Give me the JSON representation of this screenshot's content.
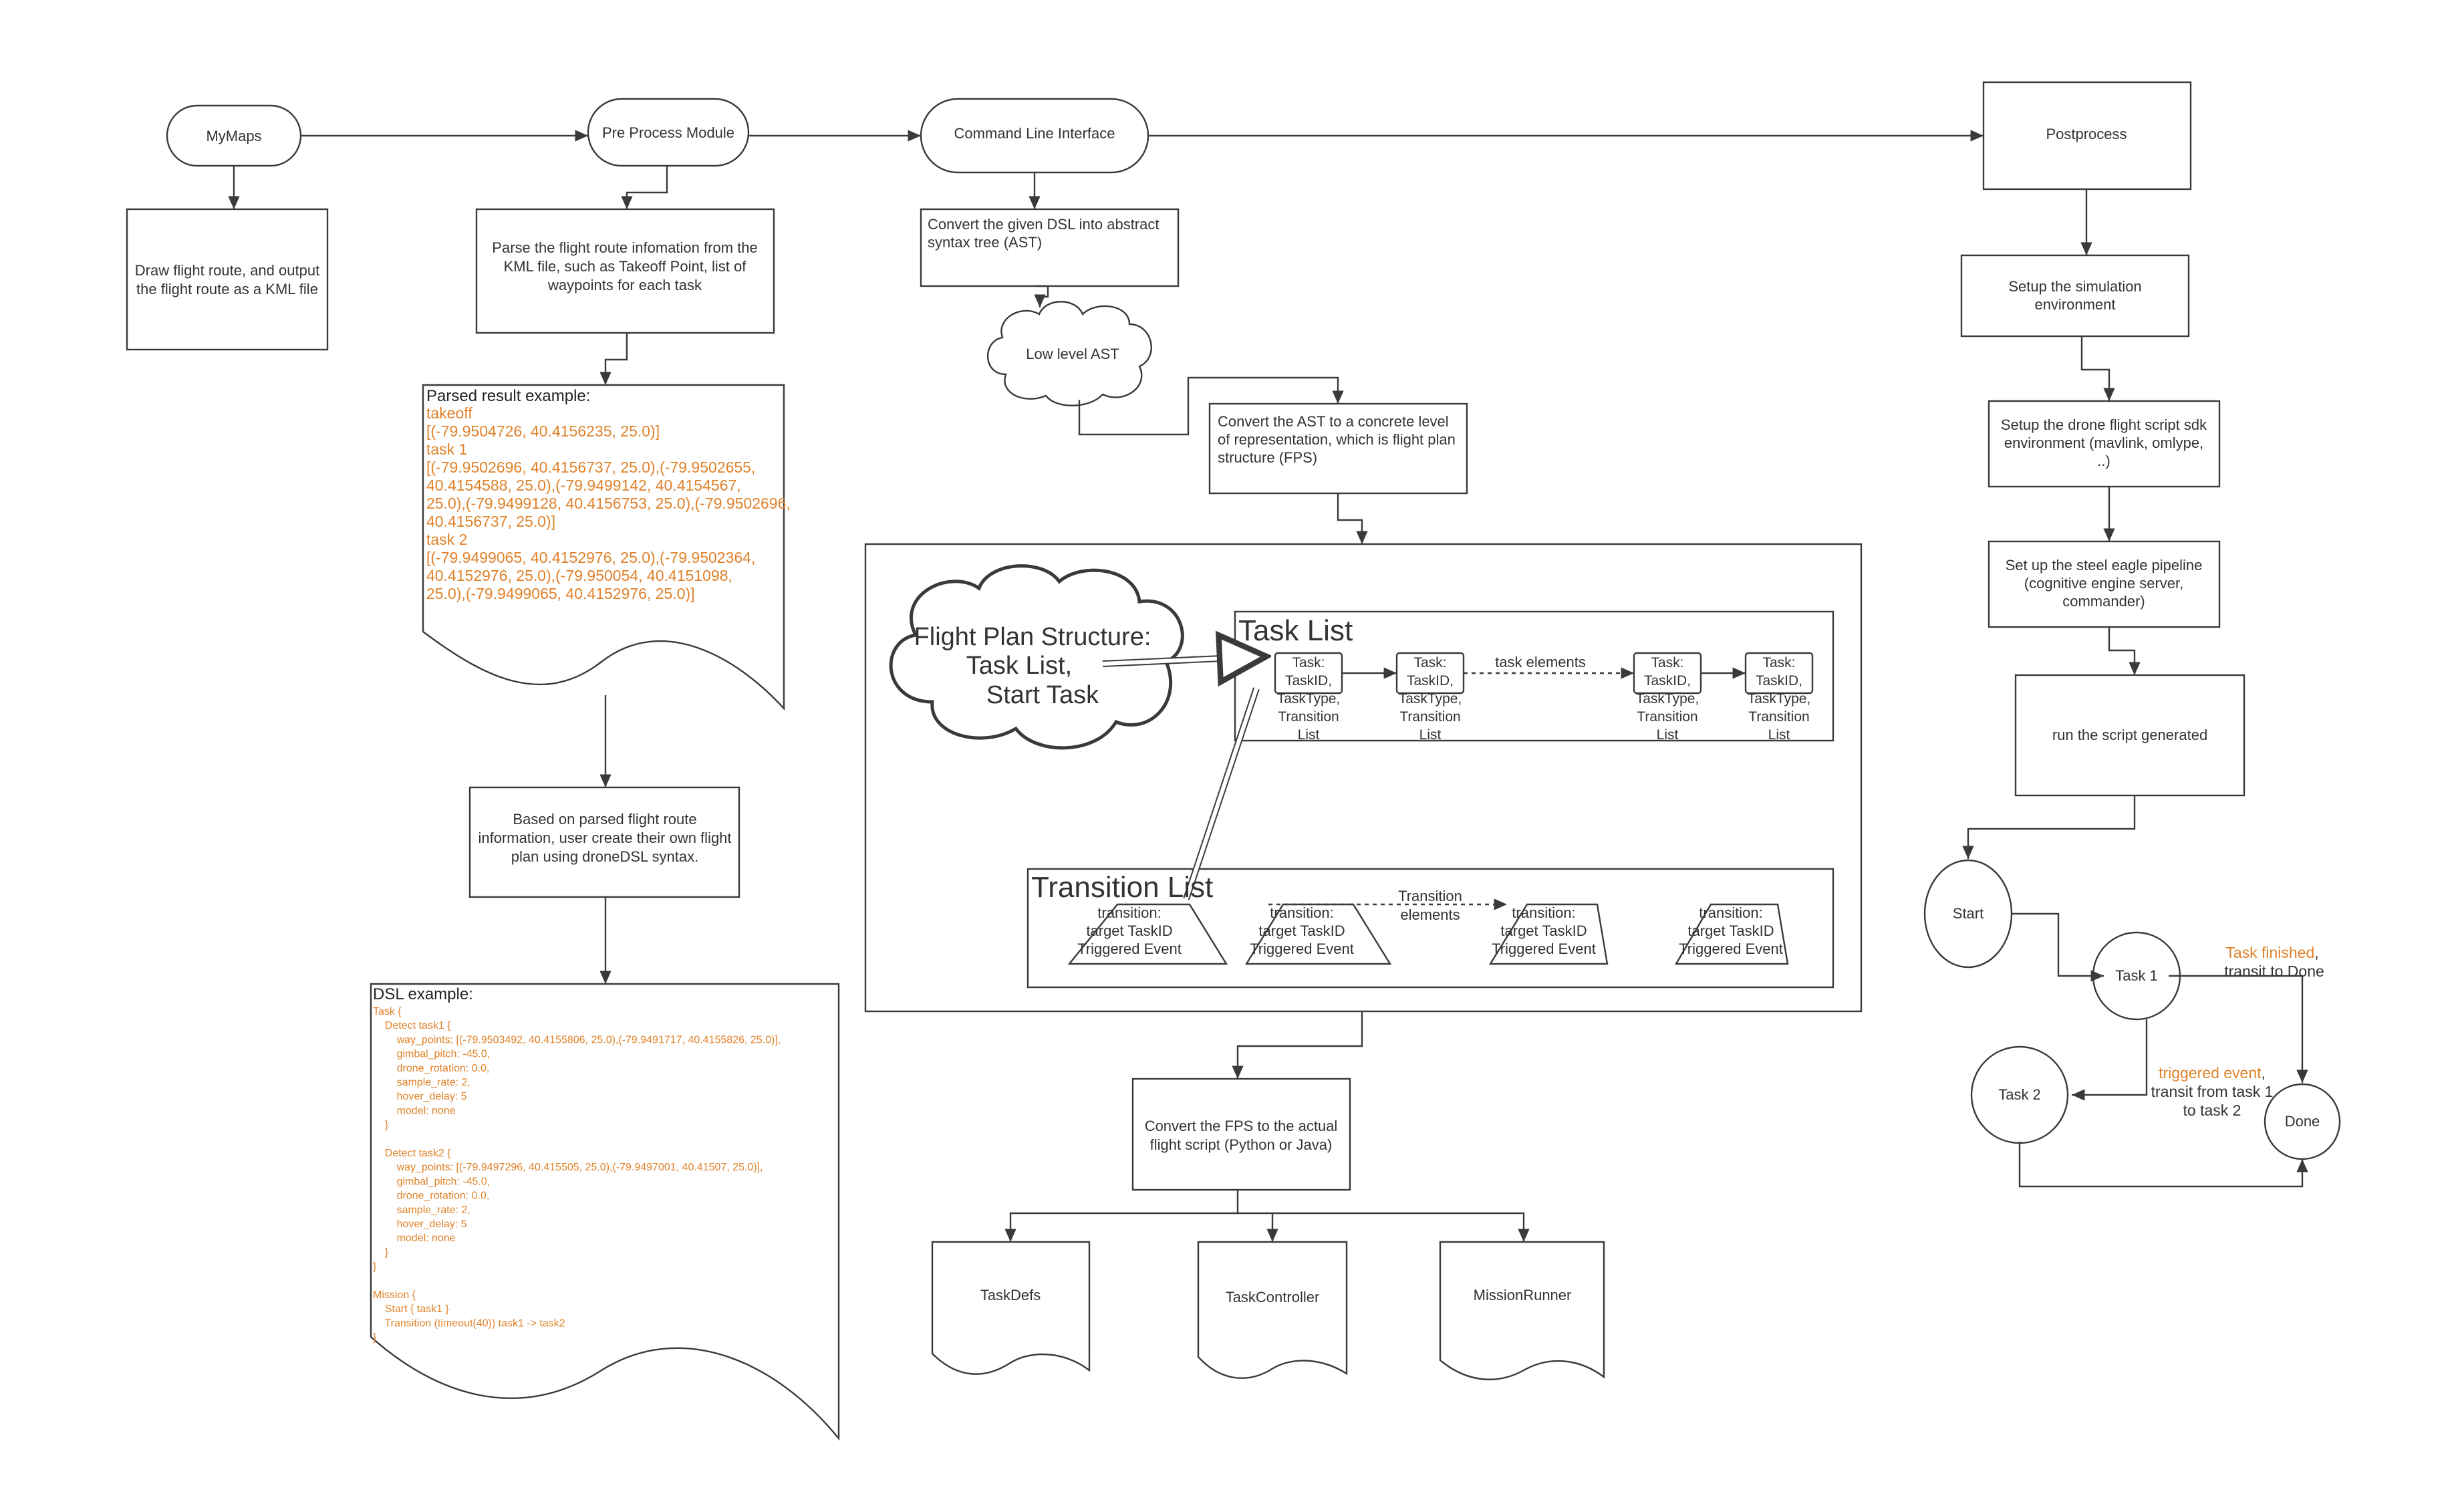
{
  "colors": {
    "stroke": "#3a3a3a",
    "text": "#333333",
    "highlight": "#e0822a",
    "background": "#ffffff"
  },
  "pipeline": {
    "mymaps": "MyMaps",
    "preprocess": "Pre Process Module",
    "cli": "Command Line Interface",
    "postprocess": "Postprocess"
  },
  "mymaps_desc": [
    "Draw flight route, and output",
    "the flight route as a KML file"
  ],
  "preprocess_desc": [
    "Parse the flight route infomation from the",
    "KML file, such as Takeoff Point, list of",
    "waypoints for each task"
  ],
  "parsed_result": {
    "title": "Parsed result example:",
    "lines": [
      "takeoff",
      "[(-79.9504726, 40.4156235, 25.0)]",
      "task 1",
      "[(-79.9502696, 40.4156737, 25.0),(-79.9502655,",
      "40.4154588, 25.0),(-79.9499142, 40.4154567,",
      "25.0),(-79.9499128, 40.4156753, 25.0),(-79.9502696,",
      "40.4156737, 25.0)]",
      "task 2",
      "[(-79.9499065, 40.4152976, 25.0),(-79.9502364,",
      "40.4152976, 25.0),(-79.950054, 40.4151098,",
      "25.0),(-79.9499065, 40.4152976, 25.0)]"
    ]
  },
  "user_create": [
    "Based on parsed flight route",
    "information, user create their own flight",
    "plan using droneDSL syntax."
  ],
  "dsl_example": {
    "title": "DSL example:",
    "lines": [
      "Task {",
      "    Detect task1 {",
      "        way_points: [(-79.9503492, 40.4155806, 25.0),(-79.9491717, 40.4155826, 25.0)],",
      "        gimbal_pitch: -45.0,",
      "        drone_rotation: 0.0,",
      "        sample_rate: 2,",
      "        hover_delay: 5",
      "        model: none",
      "    }",
      "",
      "    Detect task2 {",
      "        way_points: [(-79.9497296, 40.415505, 25.0),(-79.9497001, 40.41507, 25.0)],",
      "        gimbal_pitch: -45.0,",
      "        drone_rotation: 0.0,",
      "        sample_rate: 2,",
      "        hover_delay: 5",
      "        model: none",
      "    }",
      "}",
      "",
      "Mission {",
      "    Start { task1 }",
      "    Transition (timeout(40)) task1 -> task2",
      "}"
    ]
  },
  "ast_convert": [
    "Convert the given DSL into abstract",
    "syntax tree (AST)"
  ],
  "low_level_ast": "Low level AST",
  "fps_convert": [
    "Convert the AST to a concrete level",
    "of representation, which is flight plan",
    "structure (FPS)"
  ],
  "fps": {
    "cloud": [
      "Flight Plan Structure:",
      "Task List,",
      "Start Task"
    ],
    "task_list_title": "Task List",
    "task_node": [
      "Task:",
      "TaskID,",
      "TaskType,",
      "Transition",
      "List"
    ],
    "task_elements": "task elements",
    "transition_list_title": "Transition List",
    "transition_node": [
      "transition:",
      "target TaskID",
      "Triggered Event"
    ],
    "transition_elements": [
      "Transition",
      "elements"
    ]
  },
  "fps_to_script": [
    "Convert the FPS to the actual",
    "flight script (Python or Java)"
  ],
  "outputs": [
    "TaskDefs",
    "TaskController",
    "MissionRunner"
  ],
  "post_steps": [
    [
      "Setup the simulation",
      "environment"
    ],
    [
      "Setup the drone flight script sdk",
      "environment (mavlink, omlype,",
      "..)"
    ],
    [
      "Set up the steel eagle pipeline",
      "(cognitive engine server,",
      "commander)"
    ],
    [
      "run the script generated"
    ]
  ],
  "state_machine": {
    "start": "Start",
    "task1": "Task 1",
    "task2": "Task 2",
    "done": "Done",
    "edge1_highlight": "Task finished",
    "edge1_rest": ",",
    "edge1_line2": "transit to Done",
    "edge2_highlight": "triggered event",
    "edge2_rest": ",",
    "edge2_line2": "transit from task 1",
    "edge2_line3": "to task 2"
  }
}
